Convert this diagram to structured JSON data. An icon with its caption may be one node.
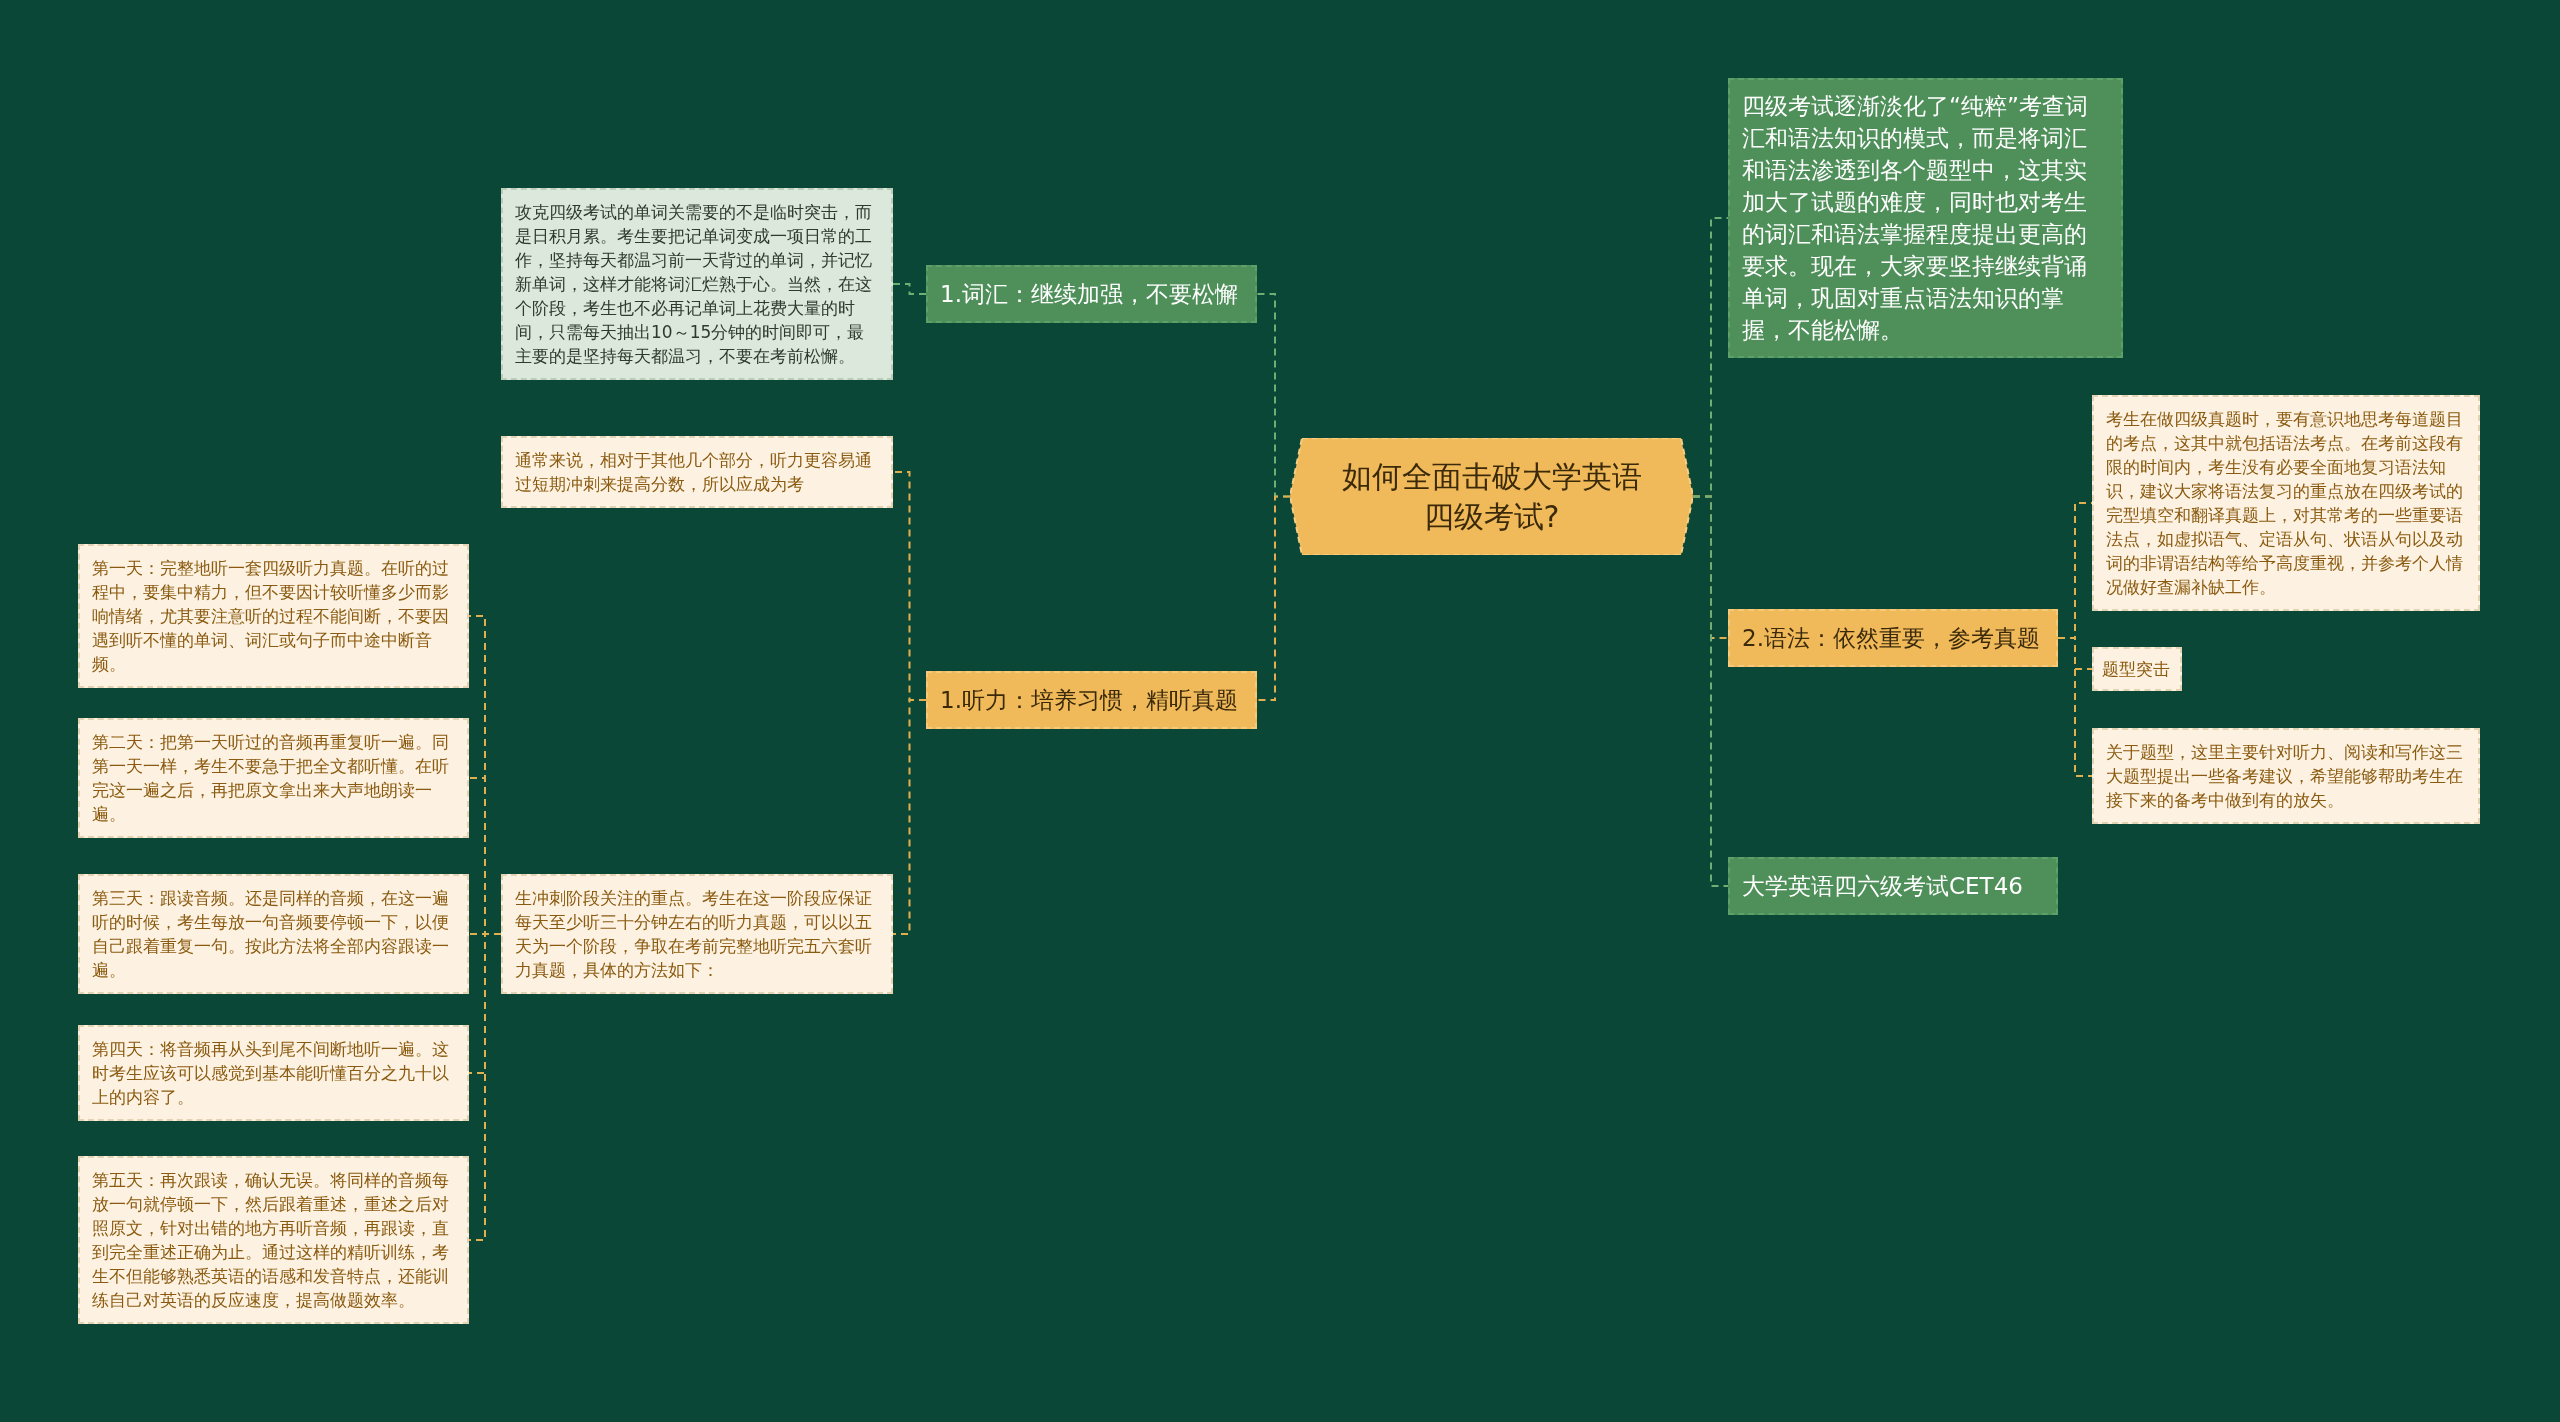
{
  "diagram": {
    "nodes": [
      {
        "text": [
          "如何全面击破大学英语四级考试?"
        ]
      },
      {
        "text": [
          "1.词汇：继续加强，不要松懈"
        ]
      },
      {
        "text": [
          "攻克四级考试的单词关需要的不是临时突击，而是日积月累。考生要把记单词变成一项日常的工作，坚持每天都温习前一天背过的单词，并记忆新单词，这样才能将词汇烂熟于心。当然，在这个阶段，考生也不必再记单词上花费大量的时间，只需每天抽出10～15分钟的时间即可，最主要的是坚持每天都温习，不要在考前松懈。"
        ]
      },
      {
        "text": [
          "1.听力：培养习惯，精听真题"
        ]
      },
      {
        "text": [
          "通常来说，相对于其他几个部分，听力更容易通过短期冲刺来提高分数，所以应成为考"
        ]
      },
      {
        "text": [
          "生冲刺阶段关注的重点。考生在这一阶段应保证每天至少听三十分钟左右的听力真题，可以以五天为一个阶段，争取在考前完整地听完五六套听力真题，具体的方法如下："
        ]
      },
      {
        "text": [
          "第一天：完整地听一套四级听力真题。在听的过程中，要集中精力，但不要因计较听懂多少而影响情绪，尤其要注意听的过程不能间断，不要因遇到听不懂的单词、词汇或句子而中途中断音频。"
        ]
      },
      {
        "text": [
          "第二天：把第一天听过的音频再重复听一遍。同第一天一样，考生不要急于把全文都听懂。在听完这一遍之后，再把原文拿出来大声地朗读一遍。"
        ]
      },
      {
        "text": [
          "第三天：跟读音频。还是同样的音频，在这一遍听的时候，考生每放一句音频要停顿一下，以便自己跟着重复一句。按此方法将全部内容跟读一遍。"
        ]
      },
      {
        "text": [
          "第四天：将音频再从头到尾不间断地听一遍。这时考生应该可以感觉到基本能听懂百分之九十以上的内容了。"
        ]
      },
      {
        "text": [
          "第五天：再次跟读，确认无误。将同样的音频每放一句就停顿一下，然后跟着重述，重述之后对照原文，针对出错的地方再听音频，再跟读，直到完全重述正确为止。通过这样的精听训练，考生不但能够熟悉英语的语感和发音特点，还能训练自己对英语的反应速度，提高做题效率。"
        ]
      },
      {
        "text": [
          "四级考试逐渐淡化了“纯粹”考查词汇和语法知识的模式，而是将词汇和语法渗透到各个题型中，这其实加大了试题的难度，同时也对考生的词汇和语法掌握程度提出更高的要求。现在，大家要坚持继续背诵单词，巩固对重点语法知识的掌握，不能松懈。"
        ]
      },
      {
        "text": [
          "2.语法：依然重要，参考真题"
        ]
      },
      {
        "text": [
          "考生在做四级真题时，要有意识地思考每道题目的考点，这其中就包括语法考点。在考前这段有限的时间内，考生没有必要全面地复习语法知识，建议大家将语法复习的重点放在四级考试的完型填空和翻译真题上，对其常考的一些重要语法点，如虚拟语气、定语从句、状语从句以及动词的非谓语结构等给予高度重视，并参考个人情况做好查漏补缺工作。"
        ]
      },
      {
        "text": [
          "题型突击"
        ]
      },
      {
        "text": [
          "关于题型，这里主要针对听力、阅读和写作这三大题型提出一些备考建议，希望能够帮助考生在接下来的备考中做到有的放矢。"
        ]
      },
      {
        "text": [
          "大学英语四六级考试CET46"
        ]
      }
    ],
    "edges": [
      {
        "from": 0,
        "to": 1,
        "arrow": "none",
        "color": "#6fae74"
      },
      {
        "from": 1,
        "to": 2,
        "arrow": "none",
        "color": "#6fae74"
      },
      {
        "from": 0,
        "to": 3,
        "arrow": "none"
      },
      {
        "from": 3,
        "to": 4,
        "arrow": "none"
      },
      {
        "from": 3,
        "to": 5,
        "arrow": "none"
      },
      {
        "from": 5,
        "to": 6,
        "arrow": "none"
      },
      {
        "from": 5,
        "to": 7,
        "arrow": "none"
      },
      {
        "from": 5,
        "to": 8,
        "arrow": "none"
      },
      {
        "from": 5,
        "to": 9,
        "arrow": "none"
      },
      {
        "from": 5,
        "to": 10,
        "arrow": "none"
      },
      {
        "from": 0,
        "to": 11,
        "arrow": "none",
        "color": "#6fae74"
      },
      {
        "from": 0,
        "to": 12,
        "arrow": "none"
      },
      {
        "from": 12,
        "to": 13,
        "arrow": "none"
      },
      {
        "from": 12,
        "to": 14,
        "arrow": "none"
      },
      {
        "from": 12,
        "to": 15,
        "arrow": "none"
      },
      {
        "from": 0,
        "to": 16,
        "arrow": "none",
        "color": "#6fae74"
      }
    ]
  }
}
